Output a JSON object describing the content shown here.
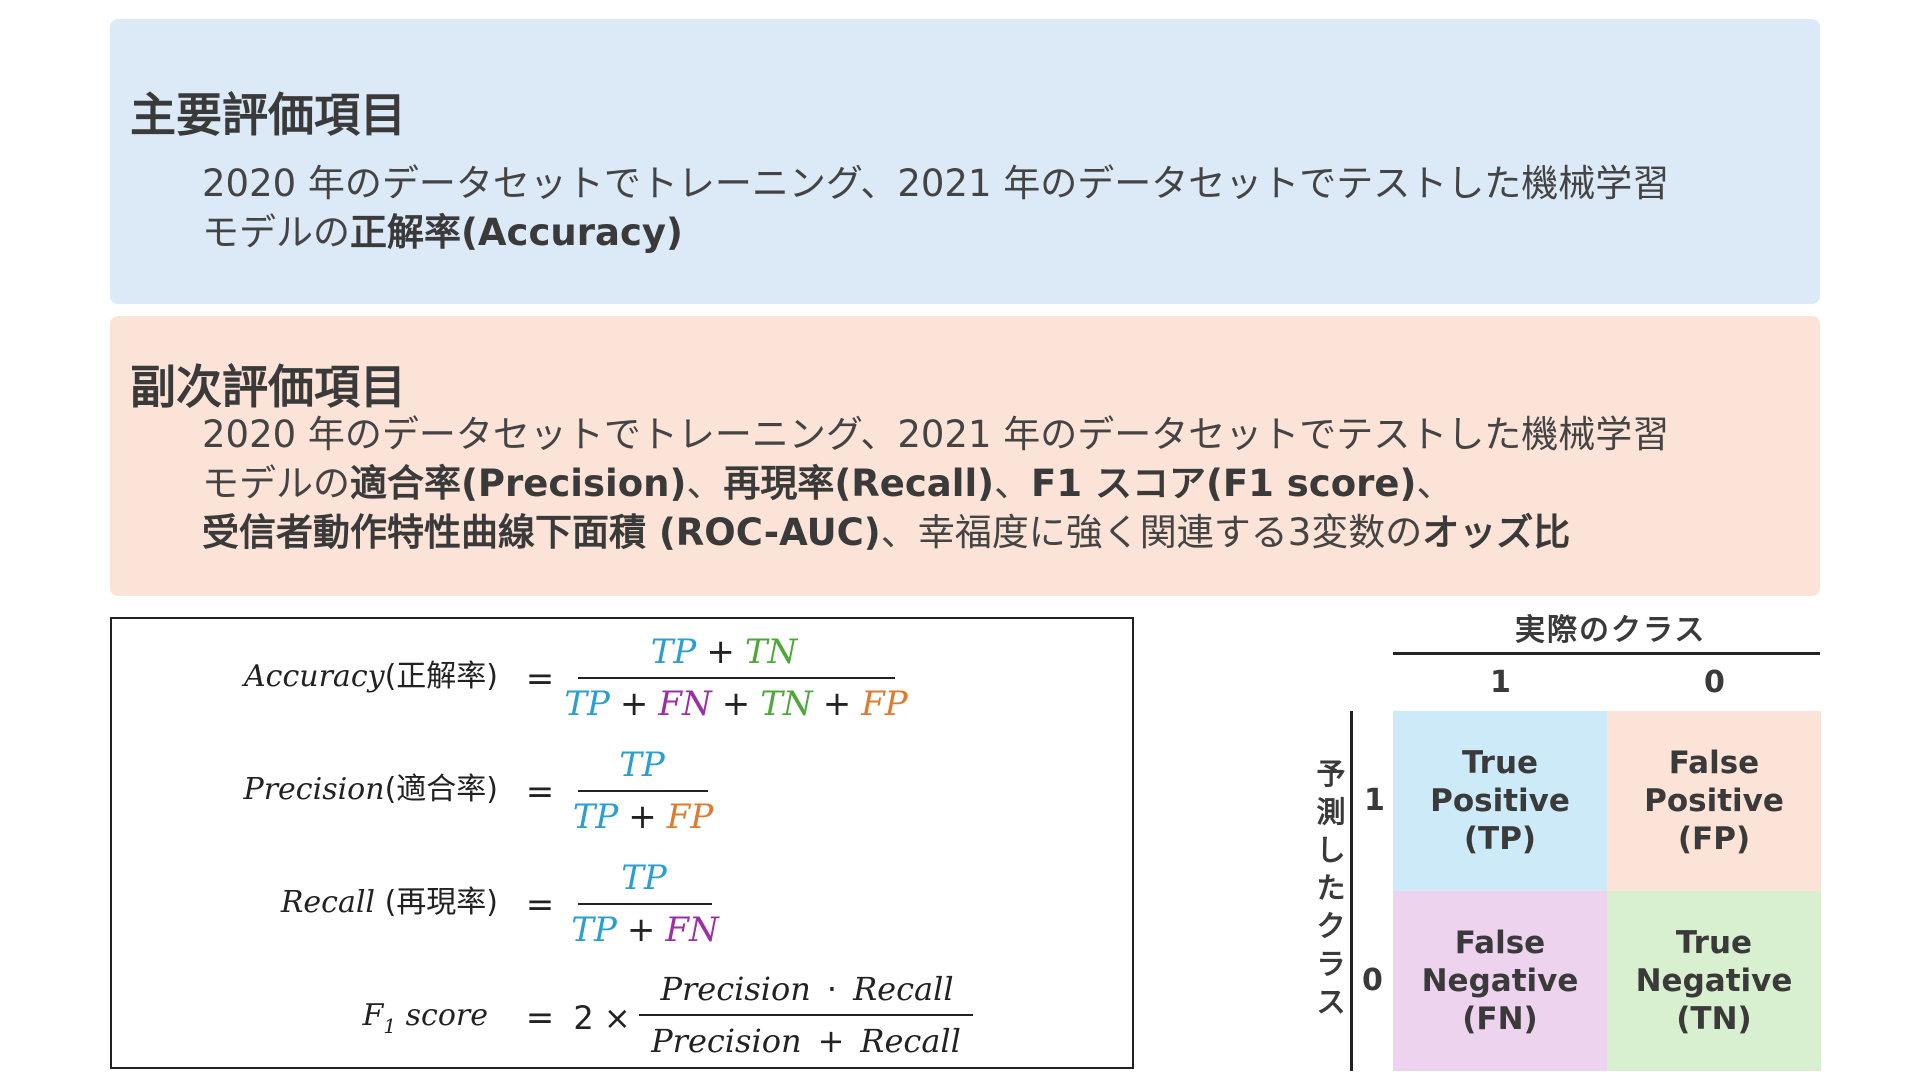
{
  "primary": {
    "title": "主要評価項目",
    "line1": "2020 年のデータセットでトレーニング、2021 年のデータセットでテストした機械学習",
    "line2_plain": "モデルの",
    "line2_bold": "正解率(Accuracy)"
  },
  "secondary": {
    "title": "副次評価項目",
    "line1": "2020 年のデータセットでトレーニング、2021 年のデータセットでテストした機械学習",
    "line2_plain": "モデルの",
    "line2_b1": "適合率(Precision)",
    "line2_s1": "、",
    "line2_b2": "再現率(Recall)",
    "line2_s2": "、",
    "line2_b3": "F1 スコア(F1 score)",
    "line2_s3": "、",
    "line3_b1": "受信者動作特性曲線下面積 (ROC-AUC)",
    "line3_plain": "、幸福度に強く関連する3変数の",
    "line3_b2": "オッズ比"
  },
  "formulas": {
    "accuracy_name": "Accuracy",
    "accuracy_jp": "(正解率)",
    "precision_name": "Precision",
    "precision_jp": "(適合率)",
    "recall_name": "Recall ",
    "recall_jp": "(再現率)",
    "f1_name": "F",
    "f1_sub": "1",
    "f1_score": " score",
    "equals": "=",
    "plus": "+",
    "two_times": "2 ×",
    "dot": "·",
    "tp": "TP",
    "tn": "TN",
    "fn": "FN",
    "fp": "FP",
    "precision_word": "Precision",
    "recall_word": "Recall"
  },
  "colors": {
    "tp": "#2a9fd0",
    "tn": "#4ea83a",
    "fn": "#9b2fa3",
    "fp": "#e07a2e",
    "primary_bg": "#dce9f6",
    "secondary_bg": "#fbe3d7",
    "tp_cell": "#cdeaf8",
    "fp_cell": "#fbe3d7",
    "fn_cell": "#eed3ee",
    "tn_cell": "#d8f0cf"
  },
  "matrix": {
    "actual_label": "実際のクラス",
    "predicted_label": "予測したクラス",
    "col1": "1",
    "col0": "0",
    "row1": "1",
    "row0": "0",
    "tp": "True\nPositive\n(TP)",
    "fp": "False\nPositive\n(FP)",
    "fn": "False\nNegative\n(FN)",
    "tn": "True\nNegative\n(TN)"
  }
}
